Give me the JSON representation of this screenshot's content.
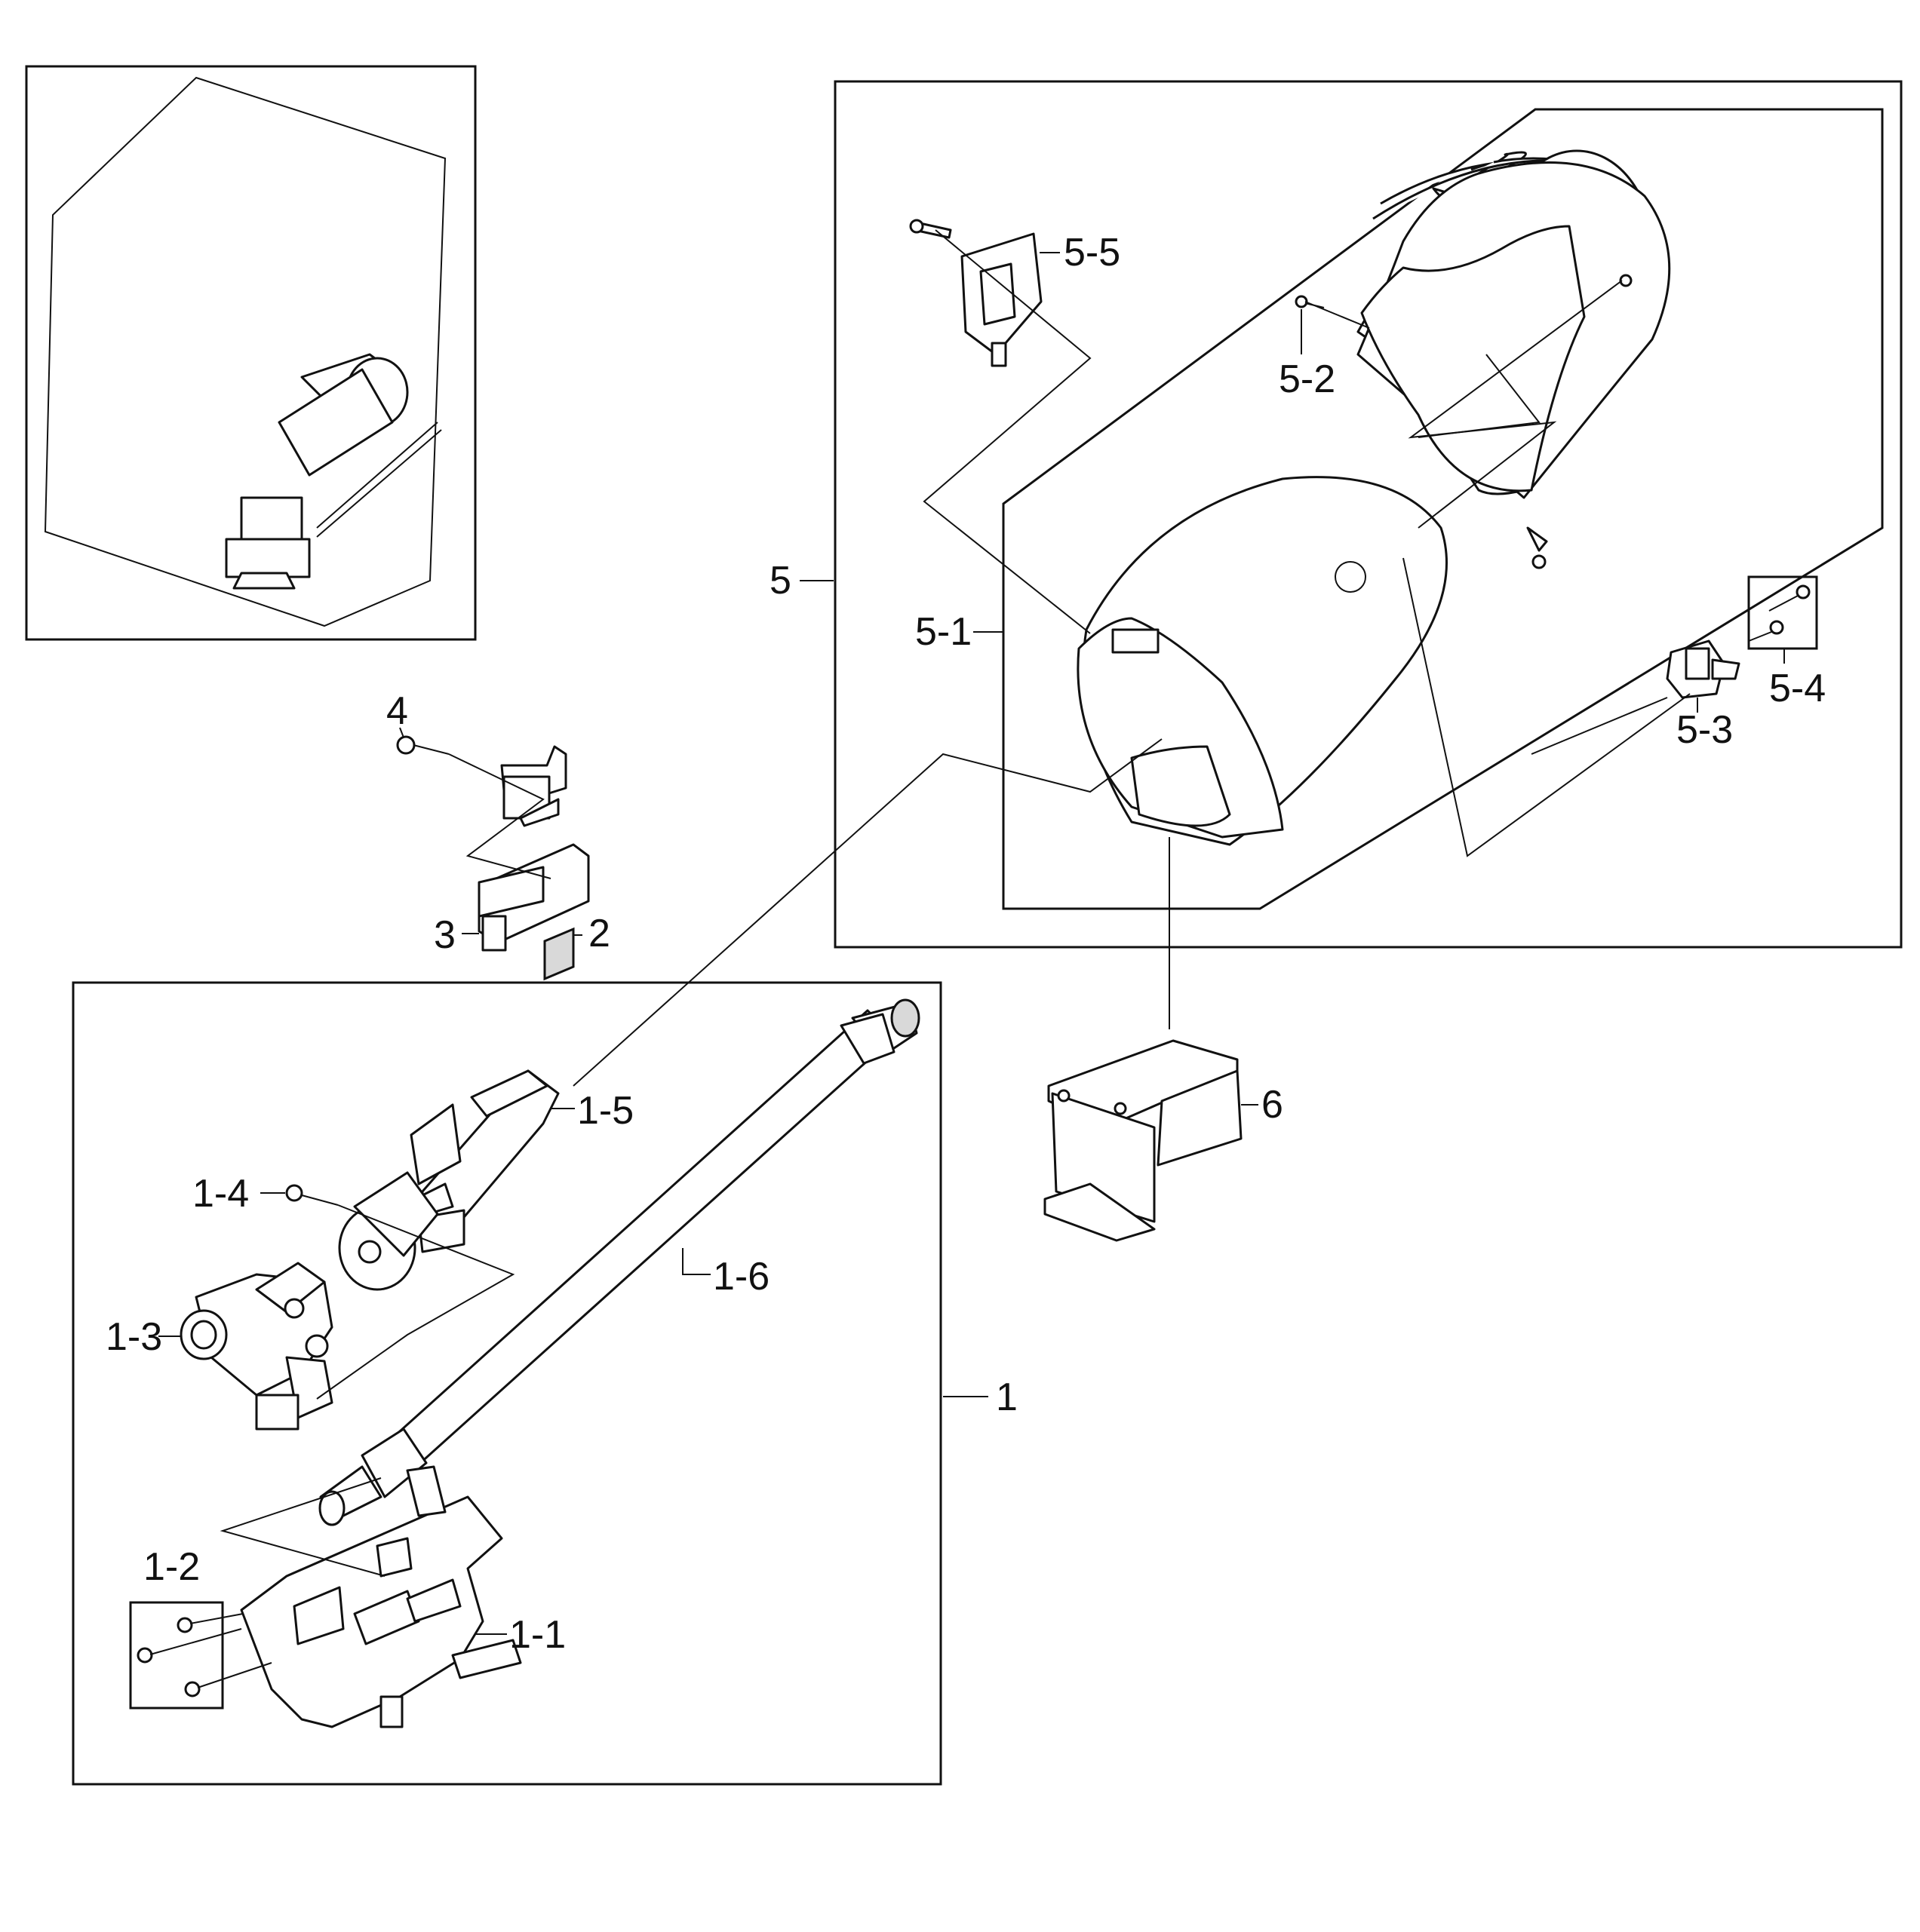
{
  "callouts": {
    "c1": "1",
    "c1_1": "1-1",
    "c1_2": "1-2",
    "c1_3": "1-3",
    "c1_4": "1-4",
    "c1_5": "1-5",
    "c1_6": "1-6",
    "c2": "2",
    "c3": "3",
    "c4": "4",
    "c5": "5",
    "c5_1": "5-1",
    "c5_2": "5-2",
    "c5_3": "5-3",
    "c5_4": "5-4",
    "c5_5": "5-5",
    "c6": "6"
  }
}
